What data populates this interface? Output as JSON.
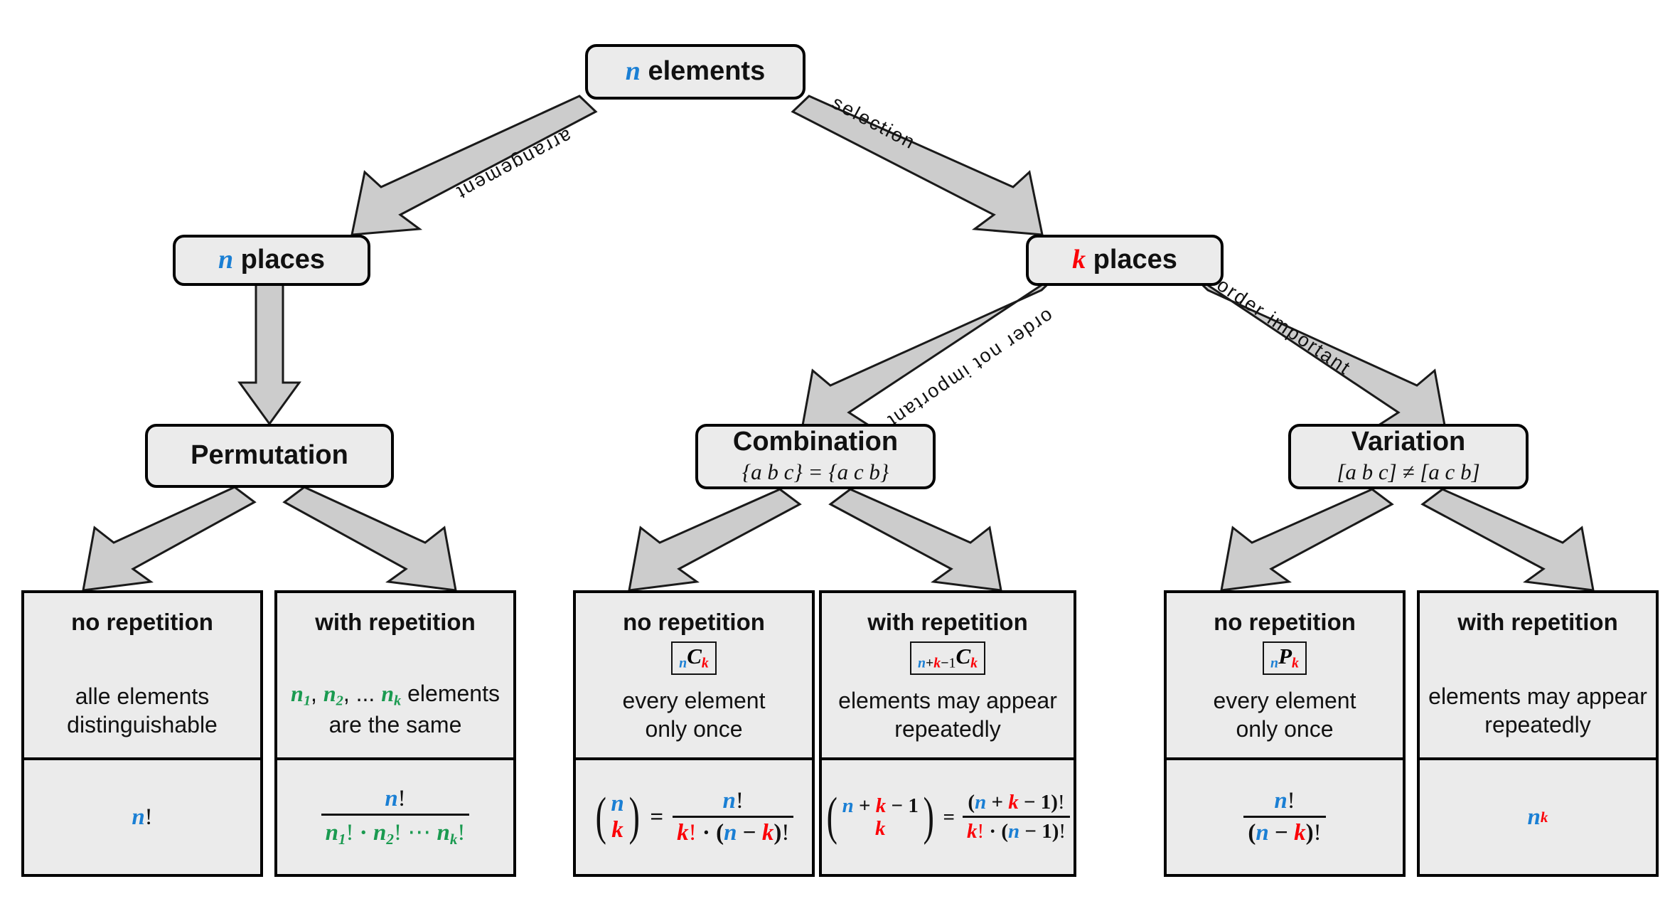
{
  "diagram": {
    "title": "Combinatorics decision tree",
    "colors": {
      "n_blue": "#1a7fd4",
      "k_red": "#fb0007",
      "green": "#1a9a50",
      "node_fill": "#ebebeb",
      "node_border": "#000000",
      "arrow_fill": "#cccccc"
    }
  },
  "root": {
    "label_var": "n",
    "label_text": " elements"
  },
  "edges": {
    "arrangement": "arrangement",
    "selection": "selection",
    "order_not_important": "order not important",
    "order_important": "order important"
  },
  "level2": {
    "left": {
      "label_var": "n",
      "label_text": " places"
    },
    "right": {
      "label_var": "k",
      "label_text": " places"
    }
  },
  "level3": {
    "permutation": {
      "title": "Permutation",
      "subtitle": ""
    },
    "combination": {
      "title": "Combination",
      "subtitle": "{a b c} = {a c b}"
    },
    "variation": {
      "title": "Variation",
      "subtitle": "[a b c] ≠ [a c b]"
    }
  },
  "leaves": [
    {
      "id": "permutation-no-repetition",
      "header": "no repetition",
      "symbol": null,
      "desc_lines": [
        "alle elements",
        "distinguishable"
      ],
      "formula": "n!"
    },
    {
      "id": "permutation-with-repetition",
      "header": "with repetition",
      "symbol": null,
      "desc_lines": [
        "n1, n2, ... nk elements",
        "are the same"
      ],
      "formula": "n! / (n1! · n2! ⋯ nk!)"
    },
    {
      "id": "combination-no-repetition",
      "header": "no repetition",
      "symbol": "nCk",
      "desc_lines": [
        "every element",
        "only once"
      ],
      "formula": "(n over k) = n! / (k! · (n − k)!)"
    },
    {
      "id": "combination-with-repetition",
      "header": "with repetition",
      "symbol": "n+k−1Ck",
      "desc_lines": [
        "elements may appear",
        "repeatedly"
      ],
      "formula": "(n + k − 1 over k) = (n + k − 1)! / (k! · (n − 1)!)"
    },
    {
      "id": "variation-no-repetition",
      "header": "no repetition",
      "symbol": "nPk",
      "desc_lines": [
        "every element",
        "only once"
      ],
      "formula": "n! / (n − k)!"
    },
    {
      "id": "variation-with-repetition",
      "header": "with repetition",
      "symbol": null,
      "desc_lines": [
        "elements may appear",
        "repeatedly"
      ],
      "formula": "n^k"
    }
  ]
}
